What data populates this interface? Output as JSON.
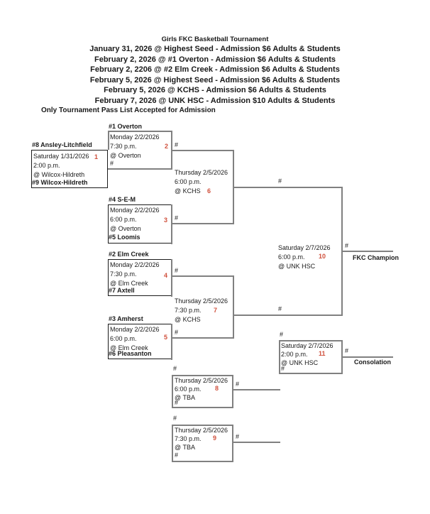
{
  "header": {
    "title": "Girls FKC Basketball Tournament",
    "schedule": [
      "January 31, 2026 @ Highest Seed - Admission $6 Adults & Students",
      "February 2, 2026 @ #1 Overton  - Admission $6 Adults & Students",
      "February 2, 2206 @ #2 Elm Creek - Admission $6 Adults & Students",
      "February 5, 2026 @ Highest Seed - Admission $6 Adults & Students",
      "February 5, 2026 @ KCHS - Admission $6 Adults & Students",
      "February 7, 2026 @ UNK HSC - Admission $10 Adults & Students"
    ],
    "note": "Only Tournament Pass List Accepted for Admission"
  },
  "colors": {
    "game_number_red": "#d0503c",
    "line_gray": "#808080",
    "line_dark": "#1a1a1a",
    "background": "#ffffff"
  },
  "games": {
    "g1": {
      "number": "1",
      "top": "#8 Ansley-Litchfield",
      "date": "Saturday 1/31/2026",
      "time": "2:00 p.m.",
      "site": "@ Wilcox-Hildreth",
      "bottom": "#9 Wilcox-Hildreth"
    },
    "g2": {
      "number": "2",
      "top": "#1 Overton",
      "date": "Monday 2/2/2026",
      "time": "7:30 p.m.",
      "site": "@ Overton",
      "bottom": "#",
      "winner": "#"
    },
    "g3": {
      "number": "3",
      "top": "#4 S-E-M",
      "date": "Monday 2/2/2026",
      "time": "6:00 p.m.",
      "site": "@ Overton",
      "bottom": "#5 Loomis",
      "winner": "#"
    },
    "g4": {
      "number": "4",
      "top": "#2 Elm Creek",
      "date": "Monday 2/2/2026",
      "time": "7:30 p.m.",
      "site": "@ Elm Creek",
      "bottom": "#7 Axtell",
      "winner": "#"
    },
    "g5": {
      "number": "5",
      "top": "#3 Amherst",
      "date": "Monday 2/2/2026",
      "time": "6:00 p.m.",
      "site": "@ Elm Creek",
      "bottom": "#6 Pleasanton",
      "winner": "#"
    },
    "g6": {
      "number": "6",
      "date": "Thursday 2/5/2026",
      "time": "6:00 p.m.",
      "site": "@ KCHS",
      "winner": "#"
    },
    "g7": {
      "number": "7",
      "date": "Thursday 2/5/2026",
      "time": "7:30 p.m.",
      "site": "@ KCHS",
      "winner": "#"
    },
    "g8": {
      "number": "8",
      "top": "#",
      "date": "Thursday 2/5/2026",
      "time": "6:00 p.m.",
      "site": "@ TBA",
      "bottom": "#",
      "winner": "#"
    },
    "g9": {
      "number": "9",
      "top": "#",
      "date": "Thursday 2/5/2026",
      "time": "7:30 p.m.",
      "site": "@ TBA",
      "bottom": "#",
      "winner": "#"
    },
    "g10": {
      "number": "10",
      "date": "Saturday 2/7/2026",
      "time": "6:00 p.m.",
      "site": "@ UNK HSC",
      "winner": "#",
      "label": "FKC Champion"
    },
    "g11": {
      "number": "11",
      "top": "#",
      "date": "Saturday 2/7/2026",
      "time": "2:00 p.m.",
      "site": "@ UNK HSC",
      "bottom": "#",
      "winner": "#",
      "label": "Consolation"
    }
  }
}
